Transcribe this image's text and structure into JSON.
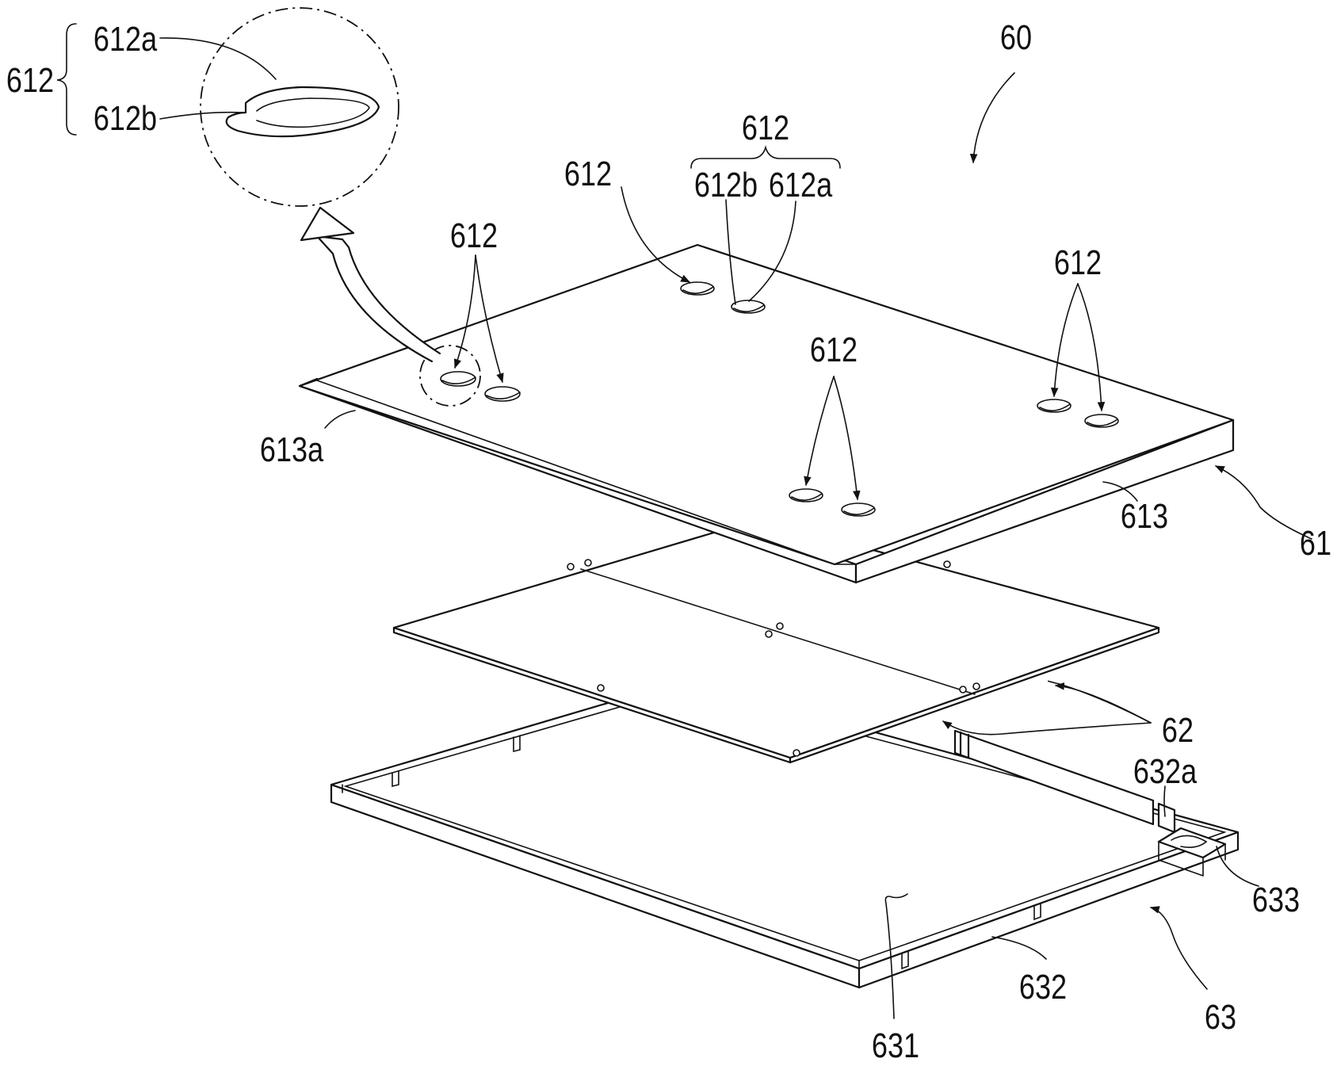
{
  "figure": {
    "labels": {
      "assembly": "60",
      "top_plate": "61",
      "middle_plate": "62",
      "bottom_frame": "63",
      "hole": "612",
      "hole_part_a": "612a",
      "hole_part_b": "612b",
      "side_face": "613",
      "chamfer_edge": "613a",
      "frame_floor": "631",
      "frame_wall": "632",
      "wall_slot": "632a",
      "corner_port": "633"
    }
  }
}
